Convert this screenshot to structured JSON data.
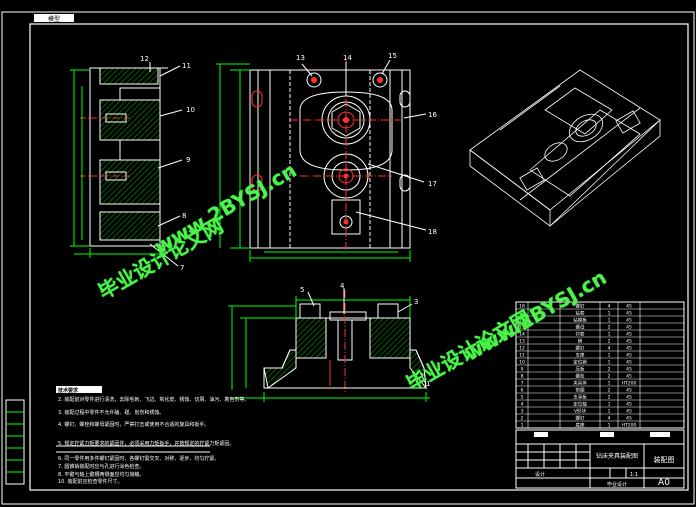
{
  "title_tab": "模型",
  "balloons": {
    "left_view": [
      "12",
      "11",
      "10",
      "9",
      "8",
      "7"
    ],
    "front_view": [
      "13",
      "14",
      "15",
      "16",
      "17",
      "18"
    ],
    "bottom_view": [
      "5",
      "4",
      "3",
      "1"
    ]
  },
  "watermarks": [
    {
      "text": "www.2BYSJ.cn"
    },
    {
      "text": "毕业设计论文网"
    },
    {
      "text": "www.2BYSJ.cn"
    },
    {
      "text": "毕业设计论文网"
    }
  ],
  "notes": {
    "line1": "技术要求",
    "line2": "2. 装配前对零件进行清洗，去除毛刺、飞边、氧化皮、锈蚀、切屑、油污、着色剂等。",
    "line3": "3. 装配过程中零件不允许磕、碰、划伤和锈蚀。",
    "line4": "4. 螺钉、螺栓和螺母紧固时，严禁打击或使用不合适的旋具和扳手。",
    "line5": "5. 规定拧紧力矩要求的紧固件，必须采用力矩扳手，并按规定的拧紧力矩紧固。",
    "line6": "6. 同一零件用多件螺钉紧固时，各螺钉需交叉、对称、逐步、均匀拧紧。",
    "line7": "7. 圆锥销装配时应与孔进行涂色检查。",
    "line8": "8. 平键与轴上键槽两侧面应均匀接触。",
    "line9": "10. 装配前应检查零件尺寸。"
  },
  "title_block": {
    "name": "钻床夹具装配图",
    "drawing_no": "装配图",
    "size": "A0",
    "scale": "1:1",
    "designer": "设计",
    "school": "毕业设计"
  },
  "bom_rows": [
    {
      "no": "18",
      "name": "螺钉",
      "qty": "4",
      "mat": "45"
    },
    {
      "no": "17",
      "name": "钻套",
      "qty": "1",
      "mat": "45"
    },
    {
      "no": "16",
      "name": "钻模板",
      "qty": "1",
      "mat": "45"
    },
    {
      "no": "15",
      "name": "螺母",
      "qty": "2",
      "mat": "45"
    },
    {
      "no": "14",
      "name": "衬套",
      "qty": "1",
      "mat": "45"
    },
    {
      "no": "13",
      "name": "销",
      "qty": "2",
      "mat": "45"
    },
    {
      "no": "12",
      "name": "螺钉",
      "qty": "4",
      "mat": "45"
    },
    {
      "no": "11",
      "name": "支座",
      "qty": "1",
      "mat": "45"
    },
    {
      "no": "10",
      "name": "定位销",
      "qty": "1",
      "mat": "45"
    },
    {
      "no": "9",
      "name": "压板",
      "qty": "2",
      "mat": "45"
    },
    {
      "no": "8",
      "name": "螺栓",
      "qty": "2",
      "mat": "45"
    },
    {
      "no": "7",
      "name": "夹具体",
      "qty": "1",
      "mat": "HT200"
    },
    {
      "no": "6",
      "name": "垫圈",
      "qty": "2",
      "mat": "45"
    },
    {
      "no": "5",
      "name": "支承板",
      "qty": "2",
      "mat": "45"
    },
    {
      "no": "4",
      "name": "定位轴",
      "qty": "1",
      "mat": "45"
    },
    {
      "no": "3",
      "name": "V形块",
      "qty": "1",
      "mat": "45"
    },
    {
      "no": "2",
      "name": "螺钉",
      "qty": "4",
      "mat": "45"
    },
    {
      "no": "1",
      "name": "底座",
      "qty": "1",
      "mat": "HT200"
    }
  ],
  "colors": {
    "frame": "#ffffff",
    "part": "#ffffff",
    "dimension": "#00ff00",
    "hatch": "#00c000",
    "balloon": "#ffffff",
    "accent_red": "#ff3030",
    "watermark": "#4ff04f"
  }
}
